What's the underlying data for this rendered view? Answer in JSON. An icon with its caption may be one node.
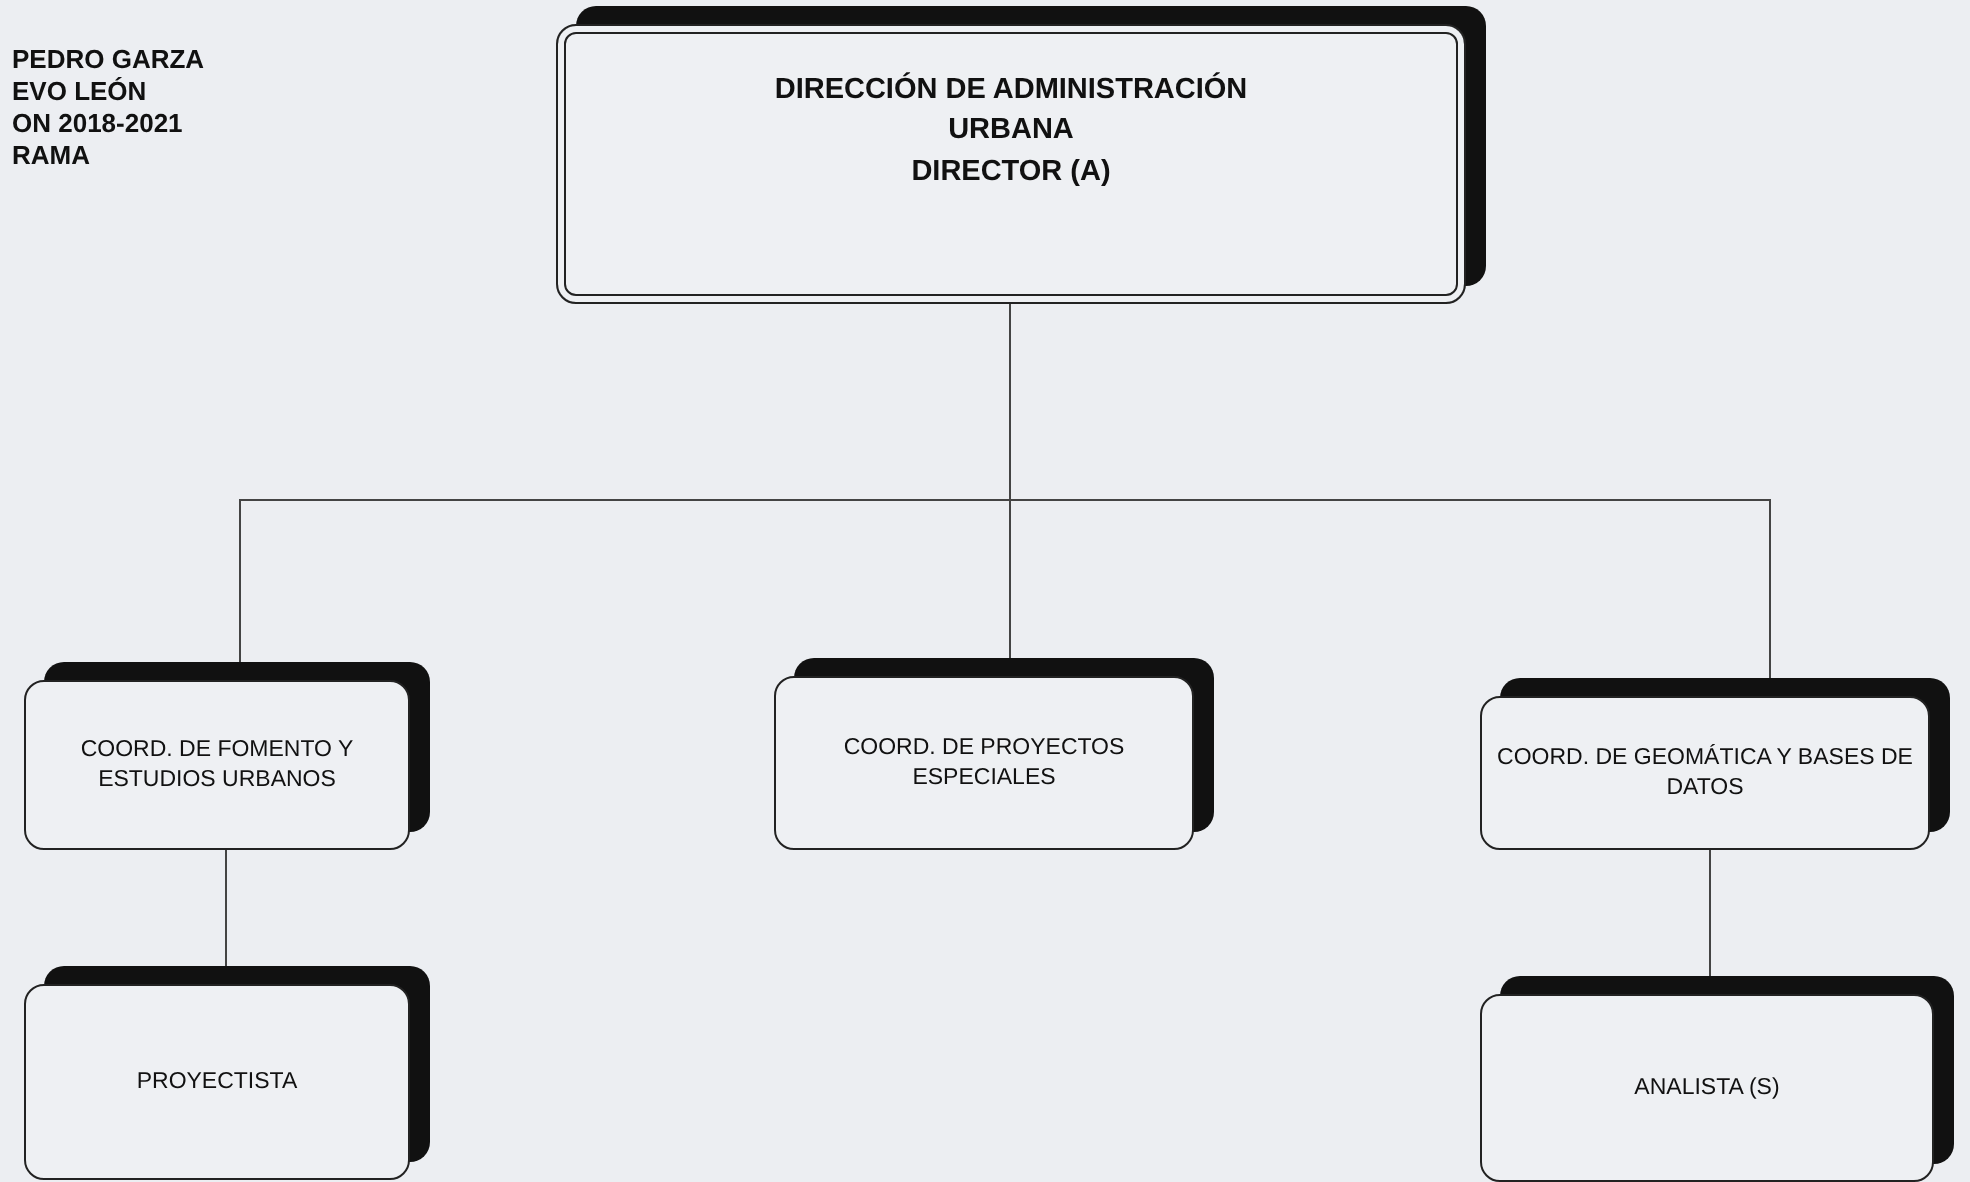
{
  "diagram": {
    "nodes": [
      {
        "text": [
          "DIRECCIÓN DE ADMINISTRACIÓN URBANA",
          "DIRECTOR (A)"
        ]
      },
      {
        "text": [
          "COORD. DE FOMENTO Y ESTUDIOS URBANOS"
        ]
      },
      {
        "text": [
          "COORD. DE PROYECTOS ESPECIALES"
        ]
      },
      {
        "text": [
          "COORD. DE GEOMÁTICA Y BASES DE DATOS"
        ]
      },
      {
        "text": [
          "PROYECTISTA"
        ]
      },
      {
        "text": [
          "ANALISTA (S)"
        ]
      }
    ],
    "edges": [
      {
        "from": 0,
        "to": 1,
        "arrow": "none"
      },
      {
        "from": 0,
        "to": 2,
        "arrow": "none"
      },
      {
        "from": 0,
        "to": 3,
        "arrow": "none"
      },
      {
        "from": 1,
        "to": 4,
        "arrow": "none"
      },
      {
        "from": 3,
        "to": 5,
        "arrow": "none"
      }
    ],
    "labels": [
      "PEDRO GARZA",
      "EVO LEÓN",
      "ON 2018-2021",
      "RAMA"
    ]
  }
}
